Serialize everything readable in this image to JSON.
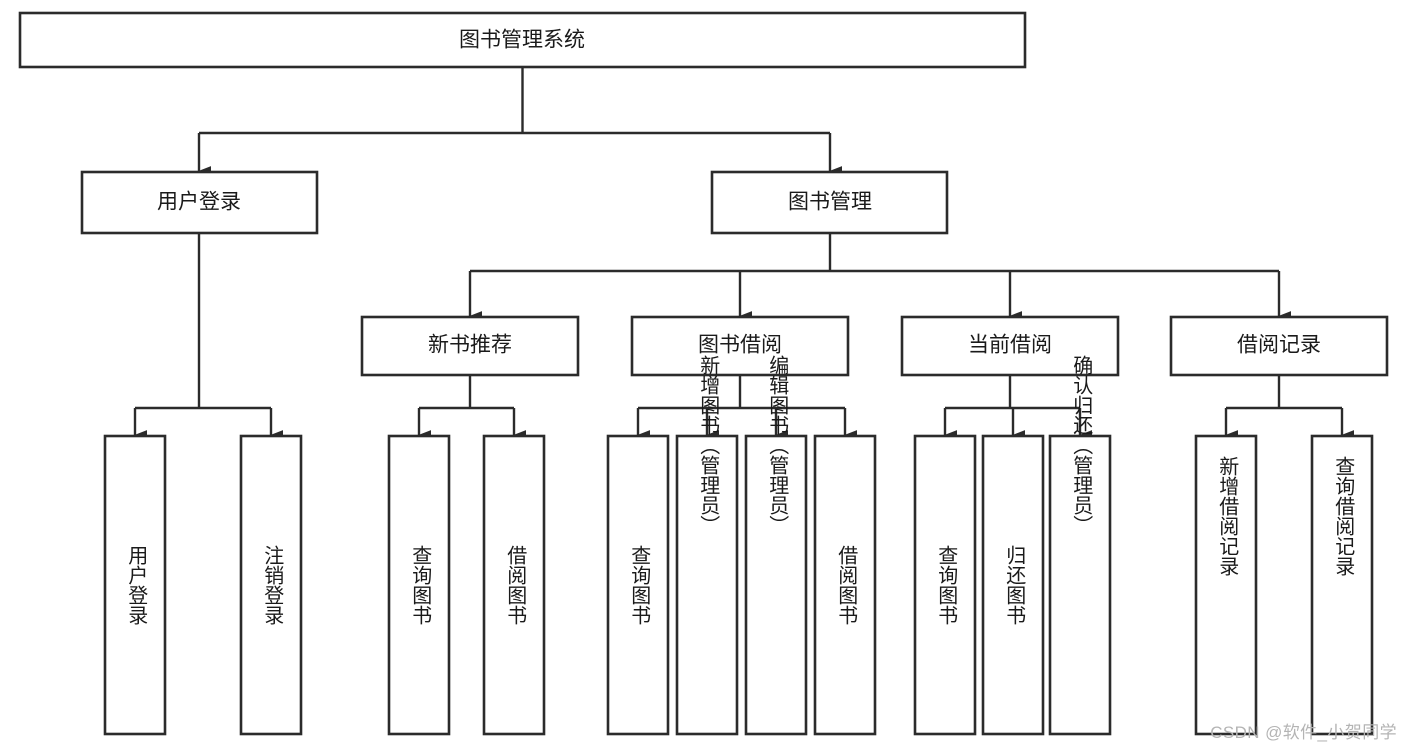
{
  "diagram": {
    "title": "图书管理系统",
    "type": "hierarchy-tree",
    "watermark": "CSDN @软件_小贺同学",
    "colors": {
      "background": "#ffffff",
      "box_fill": "#ffffff",
      "box_stroke": "#2b2b2b",
      "text": "#1a1a1a",
      "connector": "#2b2b2b",
      "watermark": "#b4b4b4"
    },
    "nodes": {
      "root": {
        "label": "图书管理系统",
        "level": 1,
        "orientation": "horizontal"
      },
      "l2_user_login": {
        "label": "用户登录",
        "level": 2,
        "orientation": "horizontal"
      },
      "l2_book_manage": {
        "label": "图书管理",
        "level": 2,
        "orientation": "horizontal"
      },
      "l3_new_book_rec": {
        "label": "新书推荐",
        "level": 3,
        "orientation": "horizontal"
      },
      "l3_book_borrow": {
        "label": "图书借阅",
        "level": 3,
        "orientation": "horizontal"
      },
      "l3_current_borrow": {
        "label": "当前借阅",
        "level": 3,
        "orientation": "horizontal"
      },
      "l3_borrow_record": {
        "label": "借阅记录",
        "level": 3,
        "orientation": "horizontal"
      },
      "leaf_user_login": {
        "label": "用户登录",
        "level": 4,
        "orientation": "vertical",
        "parent": "用户登录"
      },
      "leaf_logout": {
        "label": "注销登录",
        "level": 4,
        "orientation": "vertical",
        "parent": "用户登录"
      },
      "leaf_query_book_1": {
        "label": "查询图书",
        "level": 4,
        "orientation": "vertical",
        "parent": "新书推荐"
      },
      "leaf_borrow_book_1": {
        "label": "借阅图书",
        "level": 4,
        "orientation": "vertical",
        "parent": "新书推荐"
      },
      "leaf_query_book_2": {
        "label": "查询图书",
        "level": 4,
        "orientation": "vertical",
        "parent": "图书借阅"
      },
      "leaf_add_book": {
        "label": "新增图书（管理员）",
        "level": 4,
        "orientation": "vertical",
        "parent": "图书借阅"
      },
      "leaf_edit_book": {
        "label": "编辑图书（管理员）",
        "level": 4,
        "orientation": "vertical",
        "parent": "图书借阅"
      },
      "leaf_borrow_book_2": {
        "label": "借阅图书",
        "level": 4,
        "orientation": "vertical",
        "parent": "图书借阅"
      },
      "leaf_query_book_3": {
        "label": "查询图书",
        "level": 4,
        "orientation": "vertical",
        "parent": "当前借阅"
      },
      "leaf_return_book": {
        "label": "归还图书",
        "level": 4,
        "orientation": "vertical",
        "parent": "当前借阅"
      },
      "leaf_confirm_return": {
        "label": "确认归还（管理员）",
        "level": 4,
        "orientation": "vertical",
        "parent": "当前借阅"
      },
      "leaf_add_record": {
        "label": "新增借阅记录",
        "level": 4,
        "orientation": "vertical",
        "parent": "借阅记录"
      },
      "leaf_query_record": {
        "label": "查询借阅记录",
        "level": 4,
        "orientation": "vertical",
        "parent": "借阅记录"
      }
    },
    "edges": [
      {
        "from": "图书管理系统",
        "to": "用户登录"
      },
      {
        "from": "图书管理系统",
        "to": "图书管理"
      },
      {
        "from": "用户登录",
        "to": "用户登录(叶)"
      },
      {
        "from": "用户登录",
        "to": "注销登录"
      },
      {
        "from": "图书管理",
        "to": "新书推荐"
      },
      {
        "from": "图书管理",
        "to": "图书借阅"
      },
      {
        "from": "图书管理",
        "to": "当前借阅"
      },
      {
        "from": "图书管理",
        "to": "借阅记录"
      },
      {
        "from": "新书推荐",
        "to": "查询图书"
      },
      {
        "from": "新书推荐",
        "to": "借阅图书"
      },
      {
        "from": "图书借阅",
        "to": "查询图书"
      },
      {
        "from": "图书借阅",
        "to": "新增图书（管理员）"
      },
      {
        "from": "图书借阅",
        "to": "编辑图书（管理员）"
      },
      {
        "from": "图书借阅",
        "to": "借阅图书"
      },
      {
        "from": "当前借阅",
        "to": "查询图书"
      },
      {
        "from": "当前借阅",
        "to": "归还图书"
      },
      {
        "from": "当前借阅",
        "to": "确认归还（管理员）"
      },
      {
        "from": "借阅记录",
        "to": "新增借阅记录"
      },
      {
        "from": "借阅记录",
        "to": "查询借阅记录"
      }
    ]
  }
}
